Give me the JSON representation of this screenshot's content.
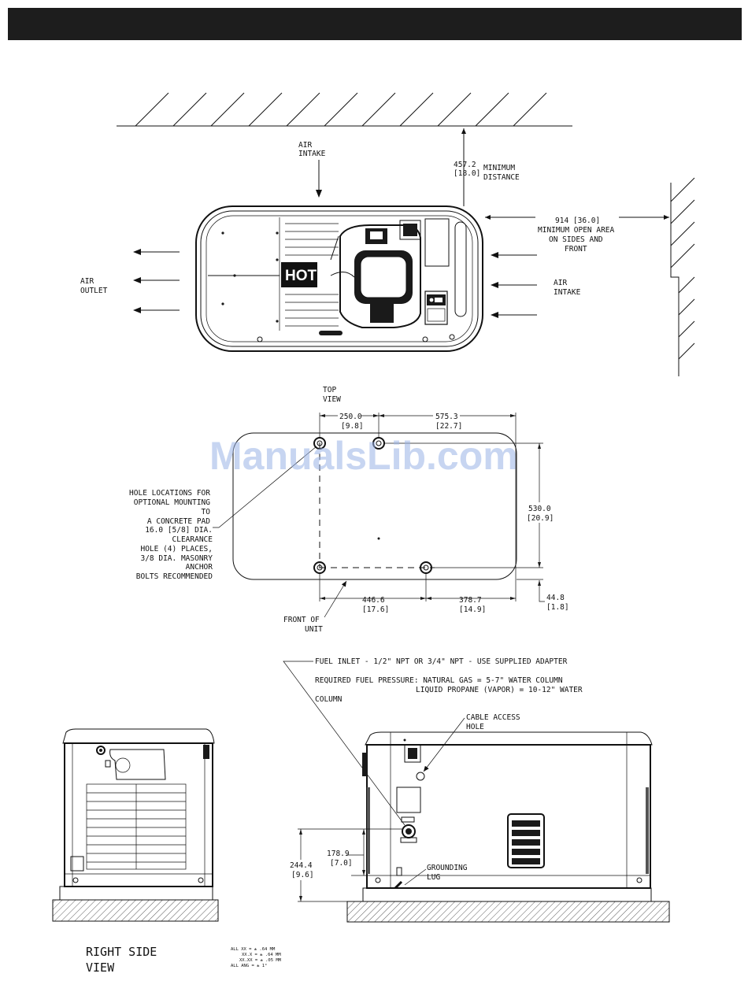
{
  "header": {
    "color": "#1d1d1d"
  },
  "watermark": "ManualsLib.com",
  "top_view": {
    "air_intake_top": [
      "AIR",
      "INTAKE"
    ],
    "min_distance_value": [
      "457.2",
      "[18.0]"
    ],
    "min_distance_label": [
      "MINIMUM",
      "DISTANCE"
    ],
    "open_area": [
      "914 [36.0]",
      "MINIMUM OPEN AREA",
      "ON SIDES AND",
      "FRONT"
    ],
    "air_outlet": [
      "AIR",
      "OUTLET"
    ],
    "air_intake_right": [
      "AIR",
      "INTAKE"
    ],
    "hot_label": "HOT",
    "view_label": [
      "TOP",
      "VIEW"
    ]
  },
  "mounting": {
    "dim_250": [
      "250.0",
      "[9.8]"
    ],
    "dim_575": [
      "575.3",
      "[22.7]"
    ],
    "dim_530": [
      "530.0",
      "[20.9]"
    ],
    "dim_446": [
      "446.6",
      "[17.6]"
    ],
    "dim_378": [
      "378.7",
      "[14.9]"
    ],
    "dim_44": [
      "44.8",
      "[1.8]"
    ],
    "hole_note": [
      "HOLE LOCATIONS FOR",
      "OPTIONAL MOUNTING",
      "TO",
      "A CONCRETE PAD",
      "16.0 [5/8] DIA.",
      "CLEARANCE",
      "HOLE (4) PLACES,",
      "3/8 DIA. MASONRY",
      "ANCHOR",
      "BOLTS RECOMMENDED"
    ],
    "front_of_unit": [
      "FRONT OF",
      "UNIT"
    ]
  },
  "fuel": {
    "inlet": "FUEL INLET -  1/2\" NPT OR 3/4\" NPT - USE SUPPLIED ADAPTER",
    "pressure_line1": "REQUIRED FUEL PRESSURE: NATURAL GAS = 5-7\" WATER COLUMN",
    "pressure_line2": "LIQUID PROPANE (VAPOR) = 10-12\" WATER",
    "pressure_line3": "COLUMN"
  },
  "side_views": {
    "cable_access": [
      "CABLE ACCESS",
      "HOLE"
    ],
    "grounding": [
      "GROUNDING",
      "LUG"
    ],
    "dim_244": [
      "244.4",
      "[9.6]"
    ],
    "dim_178": [
      "178.9",
      "[7.0]"
    ],
    "right_side_view": [
      "RIGHT  SIDE",
      "VIEW"
    ],
    "tolerances": [
      "ALL XX   = ± .64  MM",
      "XX.X  = ± .64  MM",
      "XX.XX  = ± .05  MM",
      "ALL ANG  = ± 1°"
    ]
  }
}
